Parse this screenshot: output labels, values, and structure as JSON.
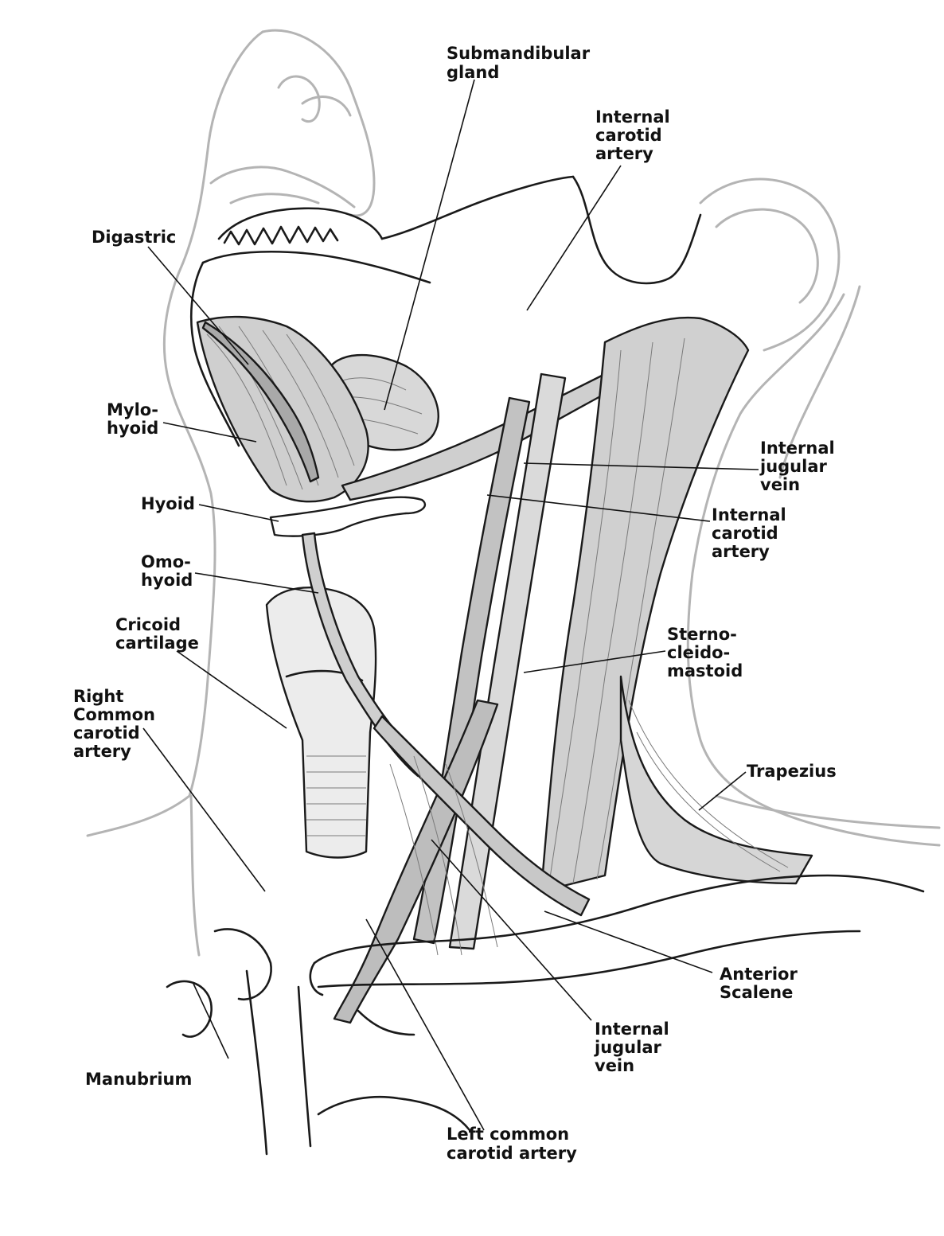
{
  "colors": {
    "ink": "#111111",
    "outline_light": "#b4b4b4",
    "muscle_fill": "#cfcfcf",
    "muscle_dark": "#a9a9a9",
    "gland_fill": "#d8d8d8",
    "paper": "#ffffff"
  },
  "labels": {
    "submandibular_gland": [
      "Submandibular",
      "gland"
    ],
    "internal_carotid_top": [
      "Internal",
      "carotid",
      "artery"
    ],
    "digastric": [
      "Digastric"
    ],
    "mylohyoid": [
      "Mylo-",
      "hyoid"
    ],
    "internal_jugular_upper": [
      "Internal",
      "jugular",
      "vein"
    ],
    "hyoid": [
      "Hyoid"
    ],
    "internal_carotid_mid": [
      "Internal",
      "carotid",
      "artery"
    ],
    "omohyoid": [
      "Omo-",
      "hyoid"
    ],
    "cricoid_cartilage": [
      "Cricoid",
      "cartilage"
    ],
    "sternocleidomastoid": [
      "Sterno-",
      "cleido-",
      "mastoid"
    ],
    "right_common_carotid": [
      "Right",
      "Common",
      "carotid",
      "artery"
    ],
    "trapezius": [
      "Trapezius"
    ],
    "anterior_scalene": [
      "Anterior",
      "Scalene"
    ],
    "internal_jugular_lower": [
      "Internal",
      "jugular",
      "vein"
    ],
    "manubrium": [
      "Manubrium"
    ],
    "left_common_carotid": [
      "Left common",
      "carotid artery"
    ]
  }
}
